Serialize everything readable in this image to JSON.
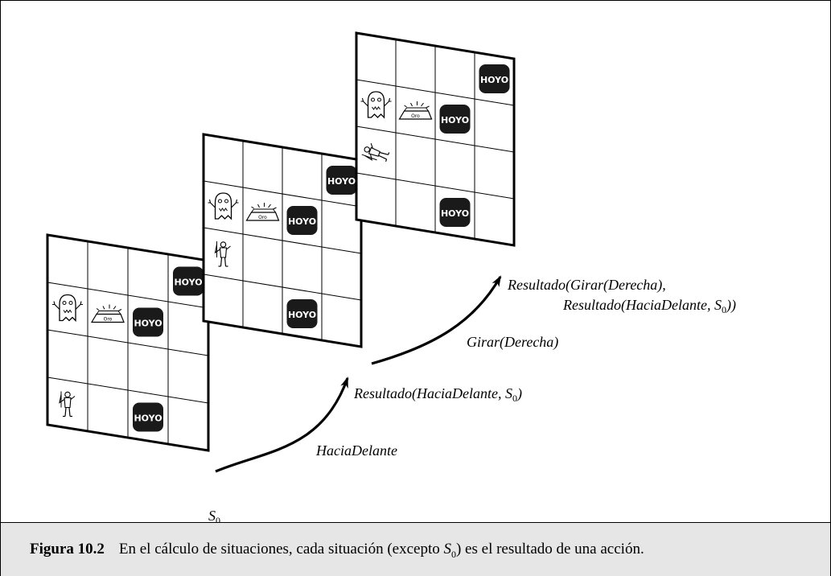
{
  "grid_size": 4,
  "boards": [
    {
      "name": "board-initial",
      "agent": [
        0,
        3
      ],
      "agent_facing": "up"
    },
    {
      "name": "board-after-forward",
      "agent": [
        0,
        2
      ],
      "agent_facing": "up"
    },
    {
      "name": "board-after-turn",
      "agent": [
        0,
        2
      ],
      "agent_facing": "right"
    }
  ],
  "board_items": {
    "wumpus": [
      0,
      1
    ],
    "gold": [
      1,
      1
    ],
    "pits": [
      [
        3,
        0
      ],
      [
        2,
        1
      ],
      [
        2,
        3
      ]
    ]
  },
  "texts": {
    "pit_label": "HOYO",
    "gold_label": "Oro"
  },
  "labels": {
    "s0": "S",
    "s0_sub": "0",
    "action1": "HaciaDelante",
    "result1_pre": "Resultado(HaciaDelante, S",
    "result1_sub": "0",
    "result1_post": ")",
    "action2": "Girar(Derecha)",
    "result2_line1": "Resultado(Girar(Derecha),",
    "result2_line2_pre": "Resultado(HaciaDelante, S",
    "result2_line2_sub": "0",
    "result2_line2_post": "))"
  },
  "caption": {
    "label": "Figura 10.2",
    "text_before": "En el cálculo de situaciones, cada situación (excepto ",
    "s0": "S",
    "s0_sub": "0",
    "text_after": ") es el resultado de una acción."
  }
}
